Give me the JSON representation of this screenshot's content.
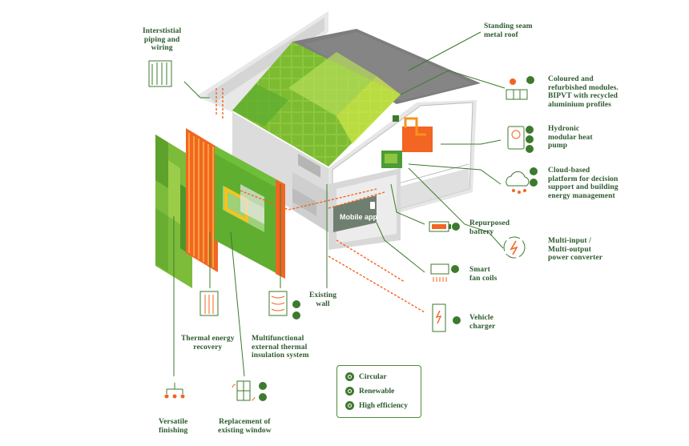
{
  "labels": {
    "piping": "Interstistial\npiping and\nwiring",
    "roof": "Standing seam\nmetal roof",
    "modules": "Coloured and\nrefurbished modules.\nBIPVT with recycled\naluminium profiles",
    "heatpump": "Hydronic\nmodular heat\npump",
    "cloud": "Cloud-based\nplatform for decision\nsupport and building\nenergy management",
    "battery": "Repurposed\nbattery",
    "converter": "Multi-input /\nMulti-output\npower converter",
    "fancoils": "Smart\nfan coils",
    "charger": "Vehicle\ncharger",
    "wall": "Existing\nwall",
    "thermal_recovery": "Thermal energy\nrecovery",
    "insulation": "Multifunctional\nexternal thermal\ninsulation system",
    "finishing": "Versatile\nfinishing",
    "window": "Replacement of\nexisting window",
    "mobile_app": "Mobile app"
  },
  "legend": {
    "circular": "Circular",
    "renewable": "Renewable",
    "efficiency": "High efficiency"
  },
  "colors": {
    "dark_green": "#2c5a2e",
    "mid_green": "#4c8c3a",
    "light_green": "#8cc63f",
    "orange": "#f26522",
    "roof_gray": "#7d7d7d",
    "wall_gray": "#d9d9d9"
  }
}
